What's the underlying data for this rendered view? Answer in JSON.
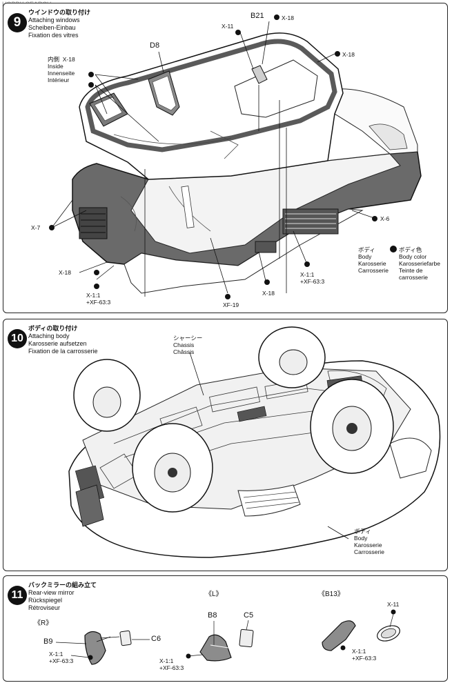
{
  "watermark": "HOBBY SEARCH",
  "step9": {
    "number": "9",
    "title_jp": "ウインドウの取り付け",
    "title_en": "Attaching windows",
    "title_de": "Scheiben-Einbau",
    "title_fr": "Fixation des vitres",
    "part_d8": "D8",
    "part_b21": "B21",
    "x11": "X-11",
    "x18_top": "X-18",
    "x18_right": "X-18",
    "inside_jp": "内側",
    "inside_x18": "X-18",
    "inside_en": "Inside",
    "inside_de": "Innenseite",
    "inside_fr": "Intérieur",
    "x7": "X-7",
    "x6": "X-6",
    "x18_left": "X-18",
    "mix_left_1": "X-1:1",
    "mix_left_2": "+XF-63:3",
    "xf19": "XF-19",
    "x18_bottom": "X-18",
    "mix_right_1": "X-1:1",
    "mix_right_2": "+XF-63:3",
    "body_jp": "ボディ",
    "body_en": "Body",
    "body_de": "Karosserie",
    "body_fr": "Carrosserie",
    "color_jp": "ボディ色",
    "color_en": "Body color",
    "color_de": "Karosseriefarbe",
    "color_fr1": "Teinte de",
    "color_fr2": "carrosserie"
  },
  "step10": {
    "number": "10",
    "title_jp": "ボディの取り付け",
    "title_en": "Attaching body",
    "title_de": "Karosserie aufsetzen",
    "title_fr": "Fixation de la carrosserie",
    "chassis_jp": "シャーシー",
    "chassis_en": "Chassis",
    "chassis_fr": "Châssis",
    "body_jp": "ボディ",
    "body_en": "Body",
    "body_de": "Karosserie",
    "body_fr": "Carrosserie"
  },
  "step11": {
    "number": "11",
    "title_jp": "バックミラーの組み立て",
    "title_en": "Rear-view mirror",
    "title_de": "Rückspiegel",
    "title_fr": "Rétroviseur",
    "r_label": "《R》",
    "l_label": "《L》",
    "b13_label": "《B13》",
    "b9": "B9",
    "c6": "C6",
    "b8": "B8",
    "c5": "C5",
    "x11": "X-11",
    "mix_r_1": "X-1:1",
    "mix_r_2": "+XF-63:3",
    "mix_l_1": "X-1:1",
    "mix_l_2": "+XF-63:3",
    "mix_b13_1": "X-1:1",
    "mix_b13_2": "+XF-63:3"
  }
}
